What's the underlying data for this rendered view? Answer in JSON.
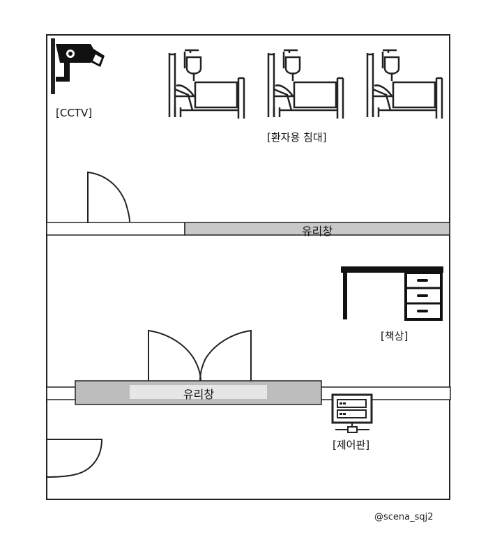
{
  "labels": {
    "cctv": "[CCTV]",
    "patient_bed": "[환자용 침대]",
    "glass_window_upper": "유리창",
    "desk": "[책상]",
    "glass_window_lower": "유리창",
    "control_panel": "[제어판]"
  },
  "watermark": "@scena_sqj2",
  "colors": {
    "wall": "#222222",
    "glass": "#c8c8c8",
    "glass_highlight": "#e6e6e6",
    "background": "#ffffff"
  },
  "icons": {
    "cctv": "cctv-camera-icon",
    "bed": "hospital-bed-icon",
    "desk": "desk-icon",
    "control_panel": "control-panel-icon"
  }
}
